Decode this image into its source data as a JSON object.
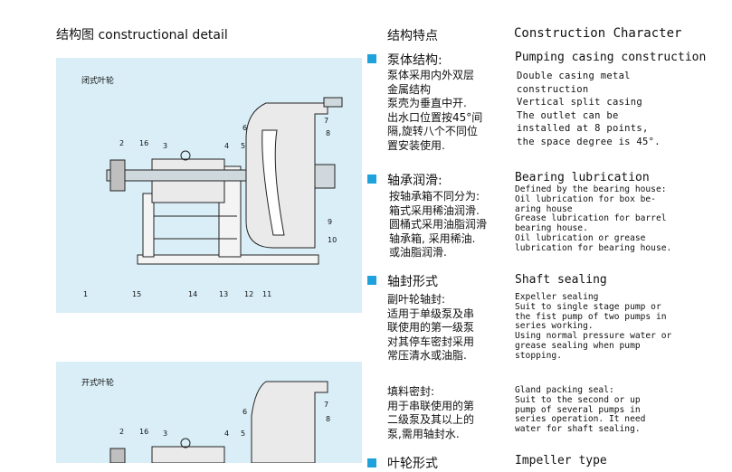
{
  "header": {
    "left_title": "结构图 constructional detail",
    "mid_title": "结构特点",
    "right_title": "Construction Character"
  },
  "figures": [
    {
      "label": "闭式叶轮",
      "callouts": [
        "2",
        "16",
        "3",
        "6",
        "7",
        "8",
        "4",
        "5",
        "9",
        "10",
        "1",
        "15",
        "14",
        "13",
        "12",
        "11"
      ]
    },
    {
      "label": "开式叶轮",
      "callouts": [
        "2",
        "16",
        "3",
        "6",
        "7",
        "8",
        "4",
        "5"
      ]
    }
  ],
  "sections": [
    {
      "heading": "泵体结构:",
      "body": "泵体采用内外双层\n金属结构\n泵壳为垂直中开.\n出水口位置按45°间\n隔,旋转八个不同位\n置安装使用.",
      "en_heading": "Pumping casing construction",
      "en_body": "Double casing metal\nconstruction\nVertical split casing\nThe outlet can be\ninstalled at 8 points,\nthe space degree is 45°."
    },
    {
      "heading": "轴承润滑:",
      "body": "按轴承箱不同分为:\n箱式采用稀油润滑.\n圆桶式采用油脂润滑\n轴承箱,  采用稀油.\n或油脂润滑.",
      "en_heading": "Bearing lubrication",
      "en_body": "Defined by the bearing house:\nOil lubrication for box be-\naring house\nGrease lubrication for barrel\nbearing house.\nOil lubrication or grease\nlubrication for bearing house."
    },
    {
      "heading": "轴封形式",
      "body": "副叶轮轴封:\n适用于单级泵及串\n联使用的第一级泵\n对其停车密封采用\n常压清水或油脂.",
      "en_heading": "Shaft sealing",
      "en_body": "Expeller sealing\nSuit to single stage pump or\nthe fist pump of two pumps in\nseries working.\nUsing normal pressure water or\ngrease sealing when pump\nstopping."
    },
    {
      "body": "填料密封:\n用于串联使用的第\n二级泵及其以上的\n泵,需用轴封水.",
      "en_body": "Gland packing seal:\nSuit to the second or up\npump of several pumps in\nseries operation. It need\nwater for shaft sealing."
    },
    {
      "heading": "叶轮形式",
      "en_heading": "Impeller type"
    }
  ],
  "colors": {
    "accent": "#1fa2dc",
    "panel": "#d9eef7"
  }
}
